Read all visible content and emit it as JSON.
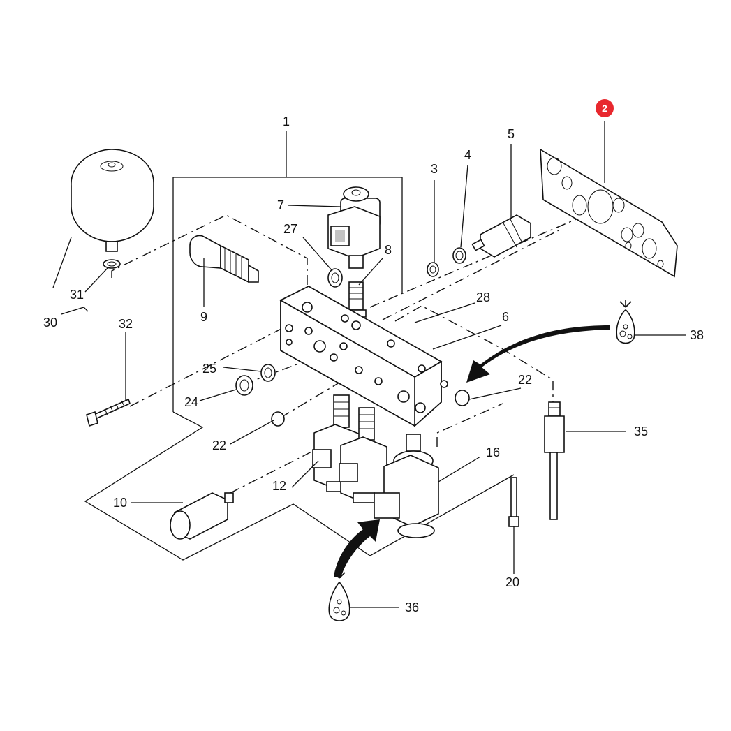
{
  "callouts": {
    "c1": "1",
    "c3": "3",
    "c4": "4",
    "c5": "5",
    "c6": "6",
    "c7": "7",
    "c8": "8",
    "c9": "9",
    "c10": "10",
    "c12": "12",
    "c16": "16",
    "c20": "20",
    "c22a": "22",
    "c22b": "22",
    "c24": "24",
    "c25": "25",
    "c27": "27",
    "c28": "28",
    "c30": "30",
    "c31": "31",
    "c32": "32",
    "c35": "35",
    "c36": "36",
    "c38": "38"
  },
  "badge": {
    "label": "2",
    "color": "#e8282e"
  }
}
